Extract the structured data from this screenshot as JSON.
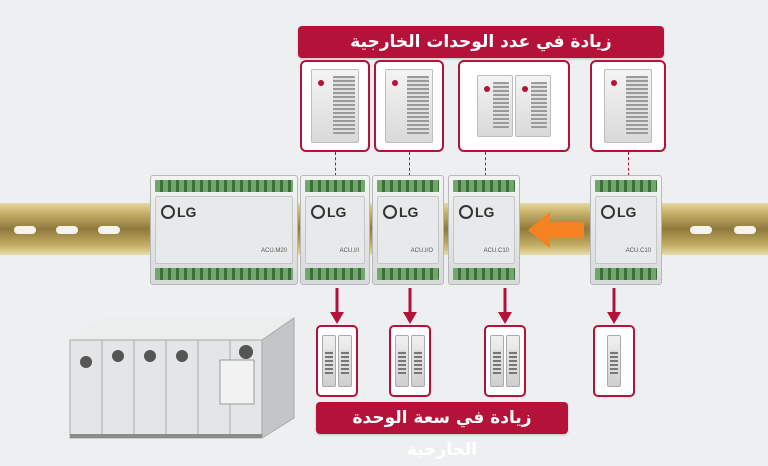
{
  "labels": {
    "top_banner": "زيادة في عدد الوحدات الخارجية",
    "bottom_banner": "زيادة في سعة الوحدة الخارجية"
  },
  "modules": [
    {
      "logo": "LG",
      "model": "ACU.M20"
    },
    {
      "logo": "LG",
      "model": "ACU.I/I"
    },
    {
      "logo": "LG",
      "model": "ACU.I/O"
    },
    {
      "logo": "LG",
      "model": "ACU.C10"
    },
    {
      "logo": "LG",
      "model": "ACU.C10"
    }
  ],
  "colors": {
    "accent": "#b5123a",
    "arrow": "#f58220",
    "background": "#eeeff1"
  },
  "icons": {
    "outdoor_unit": "outdoor-unit-icon",
    "indoor_unit": "indoor-unit-icon",
    "controller": "controller-module-icon",
    "air_handler": "air-handling-unit-icon",
    "expand_arrow": "arrow-left-icon"
  }
}
